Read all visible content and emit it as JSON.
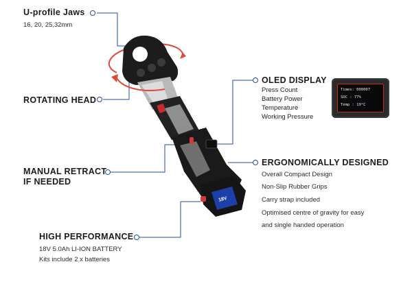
{
  "features": {
    "jaws": {
      "title": "U-profile Jaws",
      "sub": "16, 20, 25,32mm"
    },
    "rotating": {
      "title": "ROTATING HEAD"
    },
    "manual": {
      "title_line1": "MANUAL RETRACT",
      "title_line2": "IF NEEDED"
    },
    "performance": {
      "title": "HIGH PERFORMANCE",
      "sub1": "18V 5.0Ah LI-ION BATTERY",
      "sub2": "Kits include 2 x batteries"
    },
    "oled": {
      "title": "OLED DISPLAY",
      "items": [
        "Press Count",
        "Battery Power",
        "Temperature",
        "Working Pressure"
      ]
    },
    "ergonomic": {
      "title": "ERGONOMICALLY DESIGNED",
      "items": [
        "Overall Compact Design",
        "Non-Slip Rubber Grips",
        "Carry strap included",
        "Optimised centre of gravity for easy",
        "and single handed operation"
      ]
    }
  },
  "oled_screen": {
    "row1": "Times: 000007",
    "row2": "SOC  :  77%",
    "row3": "Temp :  19°C"
  },
  "battery_label": "18V",
  "colors": {
    "accent": "#1d4fa3",
    "rotation_arrow": "#e2483a",
    "tool_body": "#1a1a1a",
    "battery_blue": "#1d3fa8"
  }
}
